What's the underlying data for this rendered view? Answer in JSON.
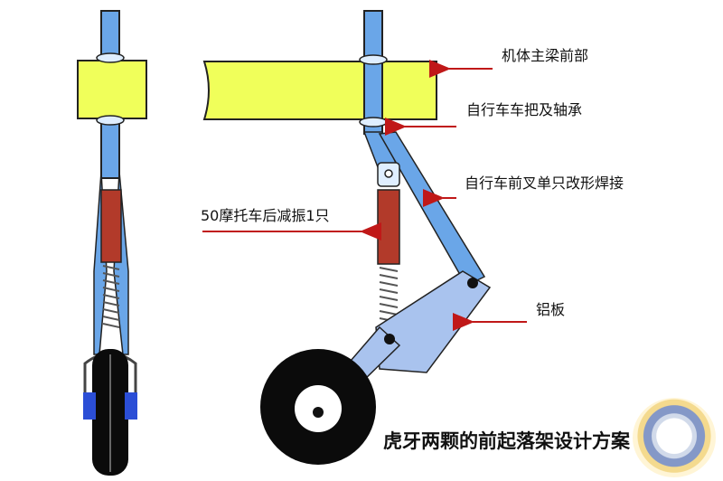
{
  "diagram": {
    "labels": {
      "frame_front": "机体主梁前部",
      "bicycle_bearing": "自行车车把及轴承",
      "bicycle_fork": "自行车前叉单只改形焊接",
      "shock_absorber": "50摩托车后减振1只",
      "aluminum_plate": "铝板"
    },
    "caption": "虎牙两颗的前起落架设计方案"
  },
  "colors": {
    "beam": "#f0ff5a",
    "strut": "#6aa6e8",
    "shock": "#b23a2a",
    "spring": "#9a9a9a",
    "arrow": "#c01818",
    "tire": "#0b0b0b",
    "hub": "#2b4ed6",
    "plate": "#a9c3ee"
  }
}
